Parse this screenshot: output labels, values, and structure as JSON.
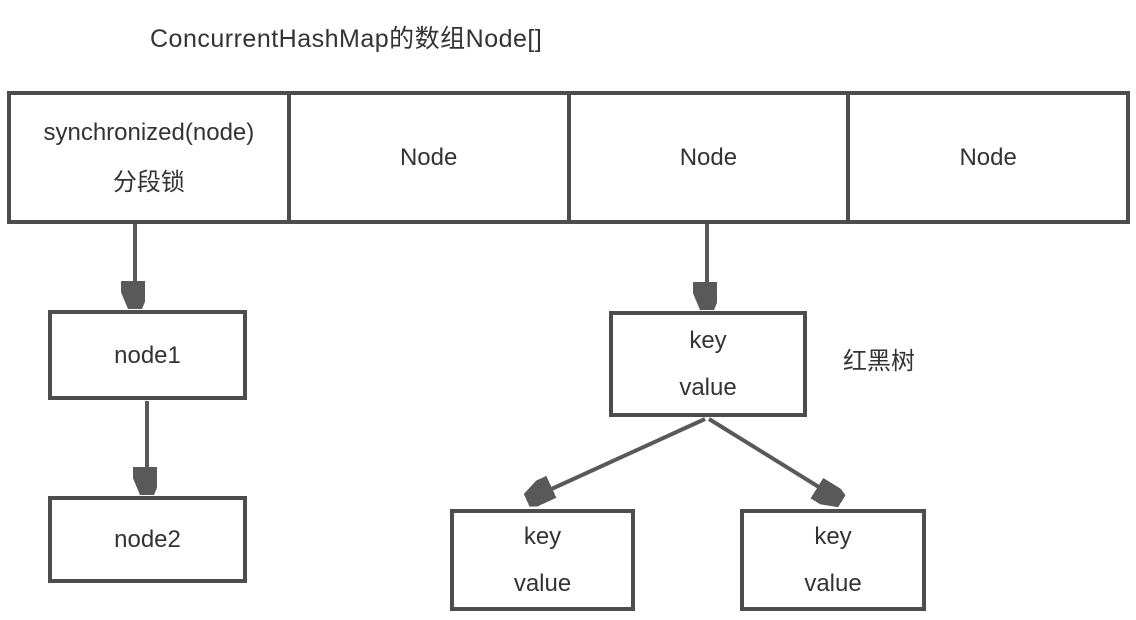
{
  "title": "ConcurrentHashMap的数组Node[]",
  "colors": {
    "stroke": "#4d4d4d",
    "arrow": "#595959",
    "text": "#333333",
    "background": "#ffffff"
  },
  "array": {
    "cells": [
      {
        "lines": [
          "synchronized(node)",
          "分段锁"
        ]
      },
      {
        "lines": [
          "Node"
        ]
      },
      {
        "lines": [
          "Node"
        ]
      },
      {
        "lines": [
          "Node"
        ]
      }
    ]
  },
  "list_chain": {
    "nodes": [
      "node1",
      "node2"
    ]
  },
  "tree": {
    "annotation": "红黑树",
    "root": {
      "lines": [
        "key",
        "value"
      ]
    },
    "children": [
      {
        "lines": [
          "key",
          "value"
        ]
      },
      {
        "lines": [
          "key",
          "value"
        ]
      }
    ]
  },
  "edges": [
    {
      "from": "array-cell-1",
      "to": "node1"
    },
    {
      "from": "node1",
      "to": "node2"
    },
    {
      "from": "array-cell-3",
      "to": "tree-root"
    },
    {
      "from": "tree-root",
      "to": "tree-left-child"
    },
    {
      "from": "tree-root",
      "to": "tree-right-child"
    }
  ]
}
